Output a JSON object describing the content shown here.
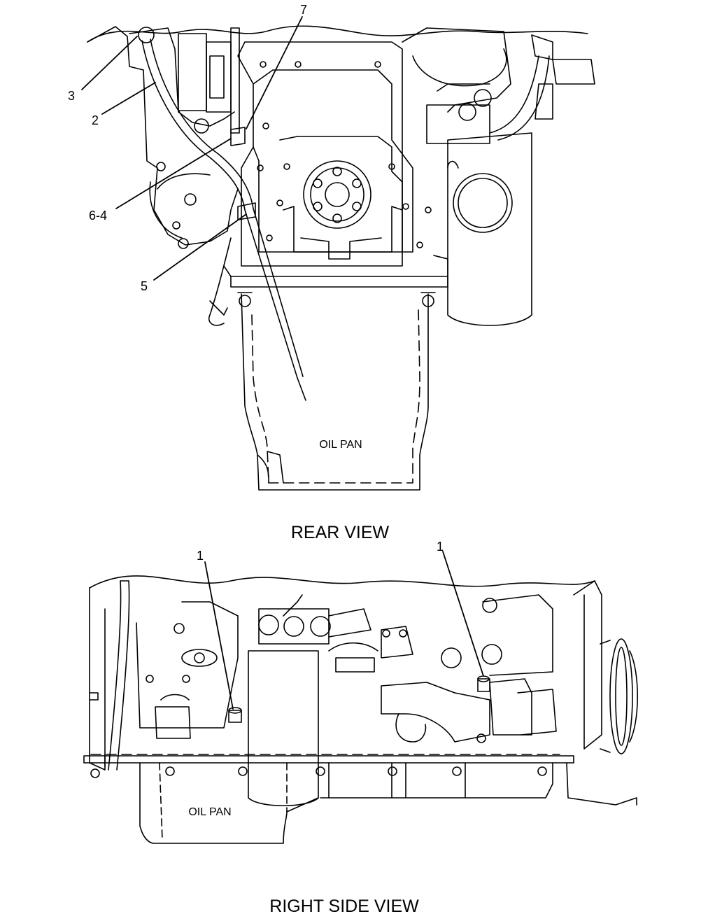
{
  "rear_view": {
    "title": "REAR VIEW",
    "oil_pan_label": "OIL PAN",
    "callouts": [
      {
        "id": "callout-7",
        "text": "7"
      },
      {
        "id": "callout-3",
        "text": "3"
      },
      {
        "id": "callout-2",
        "text": "2"
      },
      {
        "id": "callout-6-4",
        "text": "6-4"
      },
      {
        "id": "callout-5",
        "text": "5"
      }
    ]
  },
  "side_view": {
    "title": "RIGHT SIDE VIEW",
    "oil_pan_label": "OIL PAN",
    "callouts": [
      {
        "id": "callout-1-left",
        "text": "1"
      },
      {
        "id": "callout-1-right",
        "text": "1"
      }
    ]
  }
}
